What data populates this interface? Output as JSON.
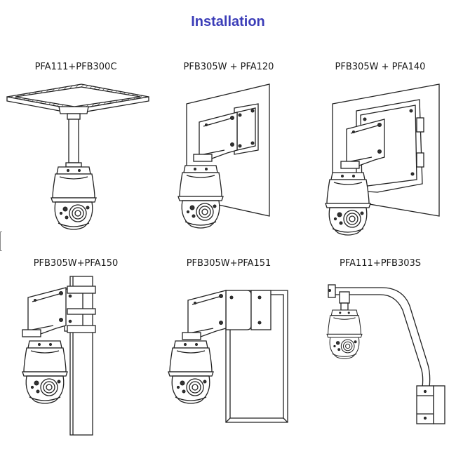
{
  "page": {
    "title": "Installation",
    "title_color": "#3b3db8"
  },
  "items": [
    {
      "caption": "PFA111+PFB300C",
      "mount": "ceiling"
    },
    {
      "caption": "PFB305W + PFA120",
      "mount": "wall-junction-box"
    },
    {
      "caption": "PFB305W + PFA140",
      "mount": "wall-power-box"
    },
    {
      "caption": "PFB305W+PFA150",
      "mount": "pole"
    },
    {
      "caption": "PFB305W+PFA151",
      "mount": "corner"
    },
    {
      "caption": "PFA111+PFB303S",
      "mount": "gooseneck"
    }
  ]
}
